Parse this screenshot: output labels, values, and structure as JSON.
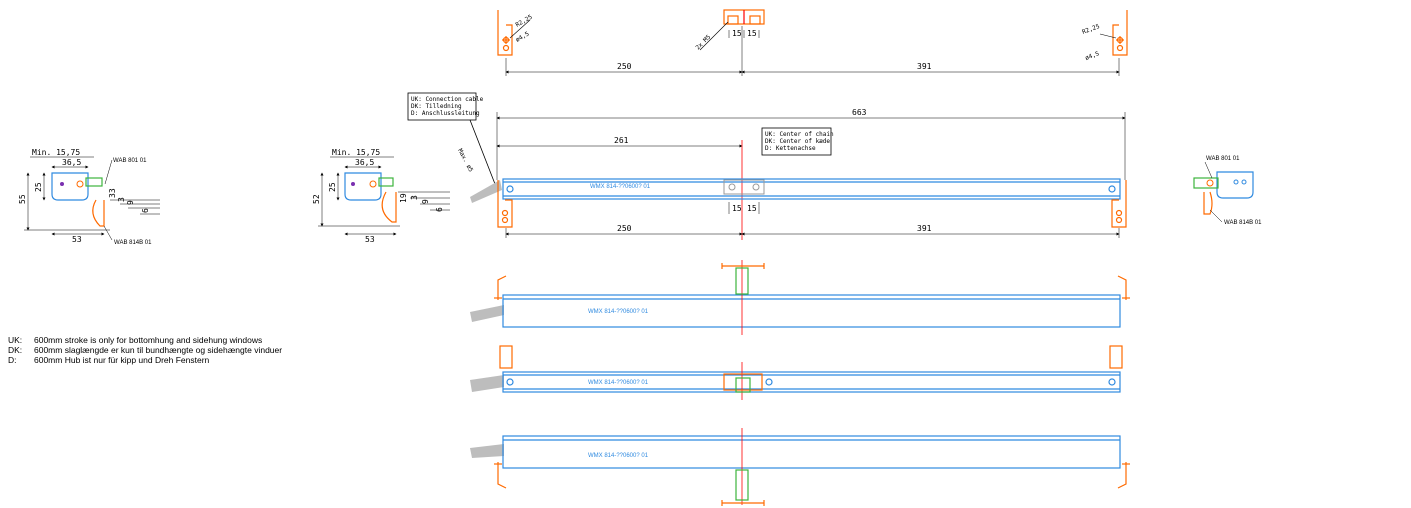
{
  "colors": {
    "line": "#000000",
    "actuator_blue": "#2f8ae0",
    "bracket_orange": "#ff6a00",
    "bracket_green": "#3cb43c",
    "center_red": "#ff0000",
    "cable_gray": "#bdbdbd"
  },
  "top_view": {
    "radius_left": "R2,25",
    "hole_left": "ø4,5",
    "radius_right": "R2,25",
    "hole_right": "ø4,5",
    "screws": "2x M5",
    "spacing_a": "15",
    "spacing_b": "15",
    "dist_left": "250",
    "dist_right": "391"
  },
  "main_view": {
    "overall": "663",
    "to_center": "261",
    "cable_max": "Max. ø5",
    "spacing_a": "15",
    "spacing_b": "15",
    "dist_left": "250",
    "dist_right": "391",
    "label": "WMX 814-??0600? 01",
    "cable_callout": [
      "UK: Connection cable",
      "DK: Tilledning",
      "D:  Anschlussleitung"
    ],
    "center_callout": [
      "UK: Center of chain",
      "DK: Center of kæde",
      "D:   Kettenachse"
    ]
  },
  "detail_left": {
    "min": "Min. 15,75",
    "width_upper": "36,5",
    "width_lower": "53",
    "height_total": "55",
    "height_body": "25",
    "v1": "33",
    "v2": "3",
    "v3": "9",
    "v4": "6",
    "part_top": "WAB 801 01",
    "part_bottom": "WAB 814B 01"
  },
  "detail_mid": {
    "min": "Min. 15,75",
    "width_upper": "36,5",
    "width_lower": "53",
    "height_total": "52",
    "height_body": "25",
    "v1": "19",
    "v2": "3",
    "v3": "9",
    "v4": "6"
  },
  "detail_right": {
    "part_top": "WAB 801 01",
    "part_bottom": "WAB 814B 01"
  },
  "variants": [
    {
      "label": "WMX 814-??0600? 01"
    },
    {
      "label": "WMX 814-??0600? 01"
    },
    {
      "label": "WMX 814-??0600? 01"
    }
  ],
  "notes": [
    {
      "lang": "UK:",
      "text": "600mm stroke is only for bottomhung and sidehung windows"
    },
    {
      "lang": "DK:",
      "text": "600mm slaglængde er kun til bundhængte og sidehængte vinduer"
    },
    {
      "lang": "D:",
      "text": "600mm Hub ist nur für kipp und Dreh Fenstern"
    }
  ]
}
